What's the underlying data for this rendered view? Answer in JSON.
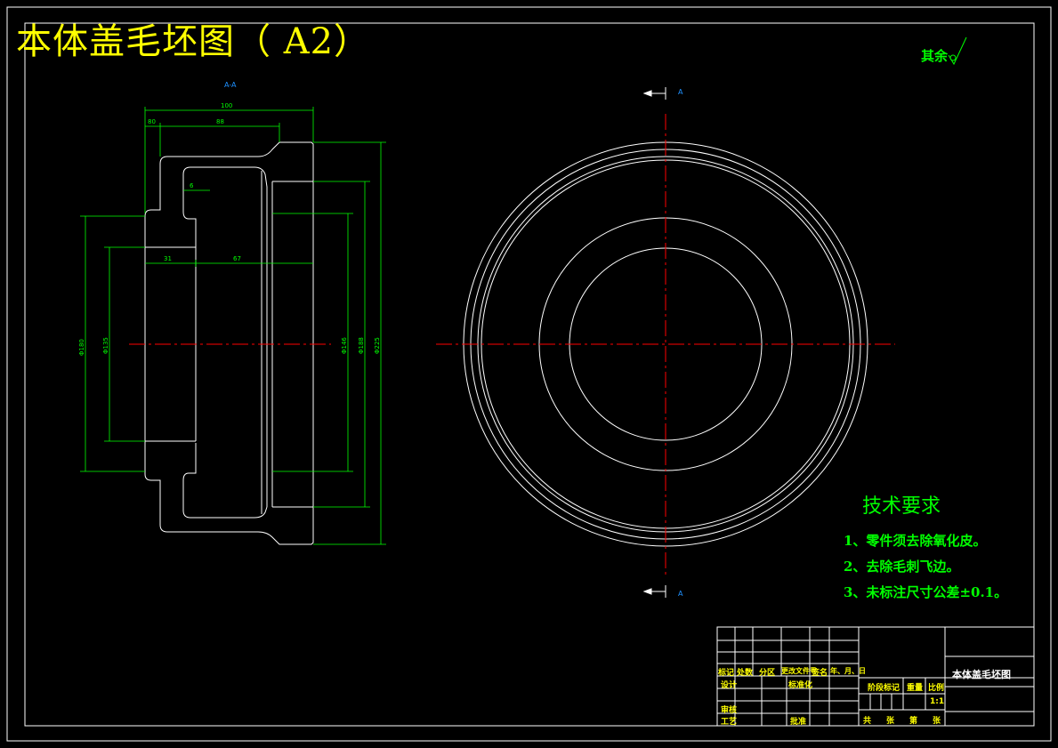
{
  "drawing_title": "本体盖毛坯图（ A2）",
  "roughness_note": "其余",
  "section_label": "A-A",
  "cut_marker": "A",
  "dimensions": {
    "d100": "100",
    "d80": "80",
    "d88": "88",
    "d6": "6",
    "d31": "31",
    "d67": "67",
    "phi180": "Φ180",
    "phi135": "Φ135",
    "phi146": "Φ146",
    "phi188": "Φ188",
    "phi225": "Φ225"
  },
  "tech_requirements": {
    "title": "技术要求",
    "items": [
      "1、零件须去除氧化皮。",
      "2、去除毛刺飞边。",
      "3、未标注尺寸公差±0.1。"
    ]
  },
  "title_block": {
    "part_name": "本体盖毛坯图",
    "headers": [
      "标记",
      "处数",
      "分区",
      "更改文件号",
      "签名",
      "年、月、日"
    ],
    "design": "设计",
    "standardize": "标准化",
    "check": "审核",
    "process": "工艺",
    "approve": "批准",
    "stage_mark": "阶段标记",
    "weight": "重量",
    "scale_label": "比例",
    "scale_value": "1:1",
    "sheets_total": "共",
    "sheets_unit1": "张",
    "sheet_no": "第",
    "sheets_unit2": "张"
  }
}
